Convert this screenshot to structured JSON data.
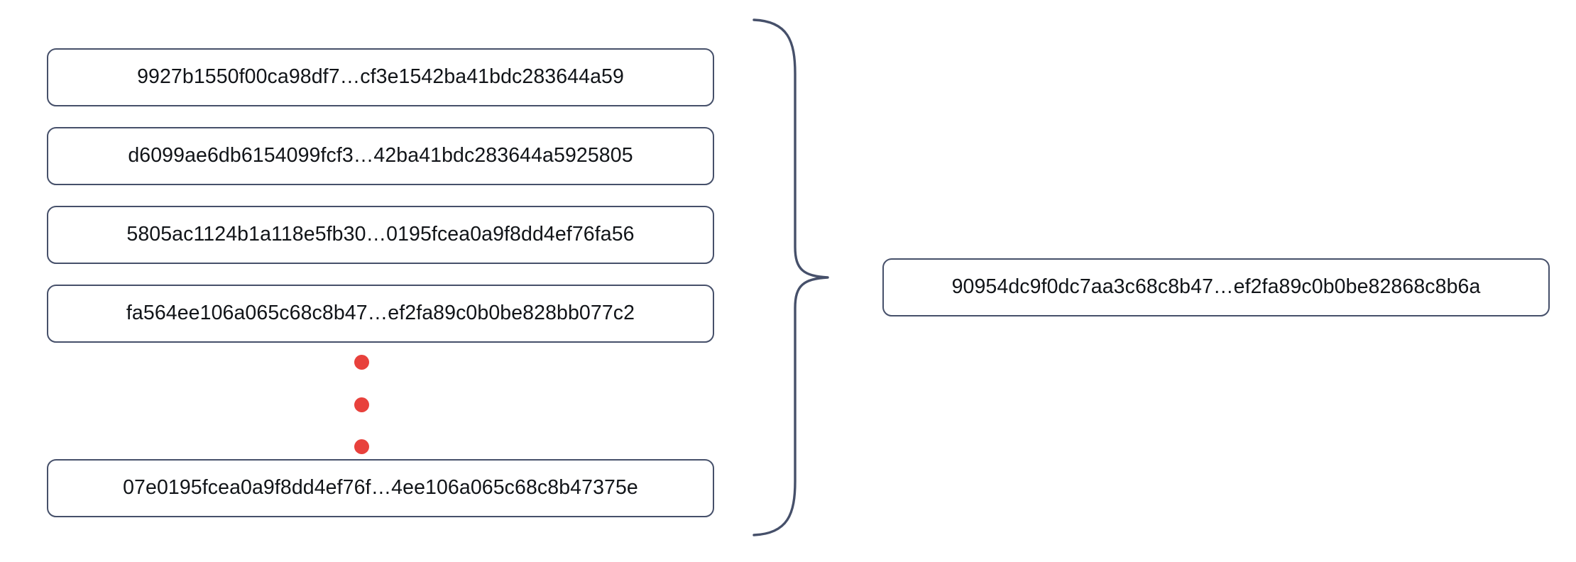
{
  "diagram": {
    "type": "hash-aggregation",
    "title": "Hash list aggregated into a single root hash",
    "colors": {
      "box_border": "#46506a",
      "box_fill": "#ffffff",
      "text": "#111418",
      "ellipsis_dot": "#e8413c",
      "brace_stroke": "#46506a"
    },
    "inputs": {
      "label": "input-hash-list",
      "items": [
        {
          "id": "input-hash-1",
          "text": "9927b1550f00ca98df7…cf3e1542ba41bdc283644a59"
        },
        {
          "id": "input-hash-2",
          "text": "d6099ae6db6154099fcf3…42ba41bdc283644a5925805"
        },
        {
          "id": "input-hash-3",
          "text": "5805ac1124b1a118e5fb30…0195fcea0a9f8dd4ef76fa56"
        },
        {
          "id": "input-hash-4",
          "text": "fa564ee106a065c68c8b47…ef2fa89c0b0be828bb077c2"
        },
        {
          "id": "input-hash-5",
          "text": "07e0195fcea0a9f8dd4ef76f…4ee106a065c68c8b47375e"
        }
      ]
    },
    "ellipsis": {
      "label": "vertical-ellipsis",
      "dot_count": 3,
      "symbol": "⋮"
    },
    "brace": {
      "label": "right-pointing-curly-brace",
      "symbol": "}"
    },
    "output": {
      "label": "aggregated-hash",
      "text": "90954dc9f0dc7aa3c68c8b47…ef2fa89c0b0be82868c8b6a"
    }
  }
}
